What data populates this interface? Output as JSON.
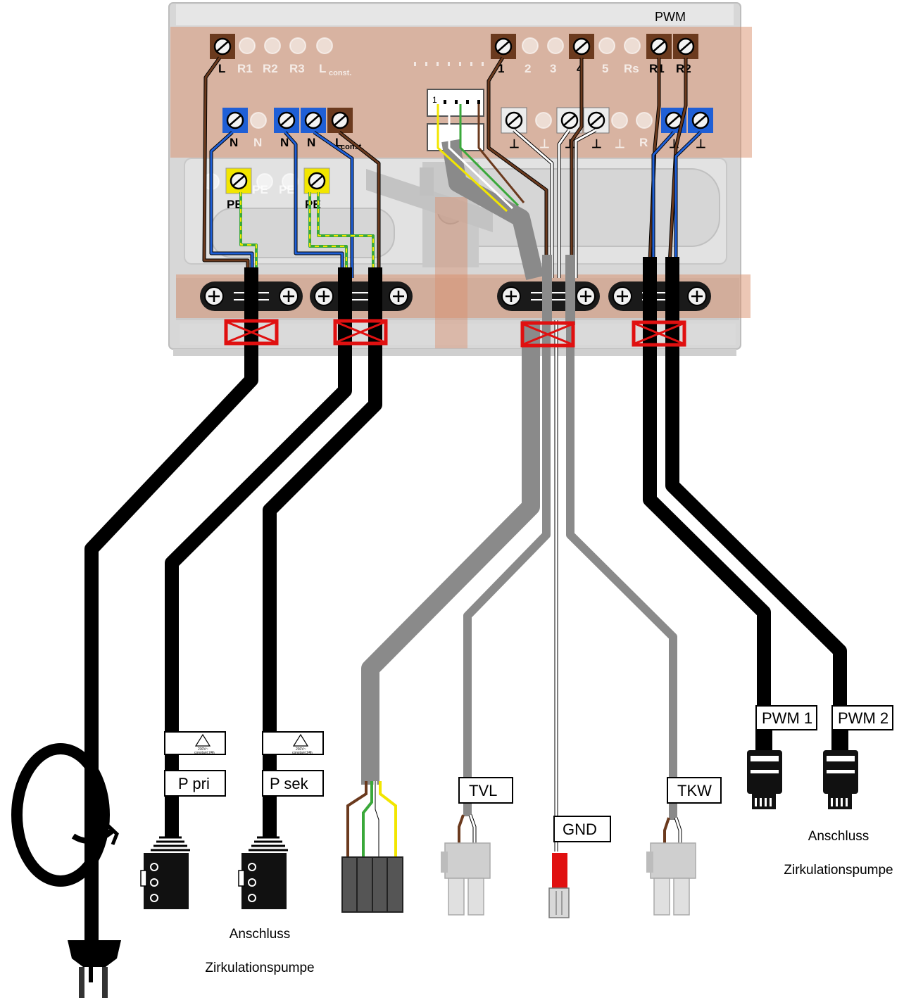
{
  "header": {
    "pwm_label": "PWM"
  },
  "terminals_top_row": {
    "left": [
      "L",
      "R1",
      "R2",
      "R3",
      "L",
      "const."
    ],
    "right": [
      "1",
      "2",
      "3",
      "4",
      "5",
      "Rs",
      "R1",
      "R2"
    ]
  },
  "terminals_middle_row": {
    "left": [
      "N",
      "N",
      "N",
      "N",
      "L",
      "const."
    ],
    "right_ground_symbol": "⊥",
    "right_extra": "R"
  },
  "terminals_pe": [
    "PE",
    "PE",
    "PE",
    "PE"
  ],
  "connector_pin_label": "1",
  "cable_tags": {
    "p_pri": "P pri",
    "p_sek": "P sek",
    "tvl": "TVL",
    "gnd": "GND",
    "tkw": "TKW",
    "pwm1": "PWM 1",
    "pwm2": "PWM 2"
  },
  "warning_tag": {
    "voltage": "230V~",
    "note": "constant 24h"
  },
  "notes": {
    "left_line1": "Anschluss",
    "left_line2": "Zirkulationspumpe",
    "right_line1": "Anschluss",
    "right_line2": "Zirkulationspumpe"
  },
  "colors": {
    "brown": "#6b3a1e",
    "blue": "#1f5fd6",
    "yellow": "#f2e600",
    "green": "#3aa83a",
    "cable_black": "#000000",
    "cable_grey": "#8a8a8a",
    "highlight": "#e8b8a6",
    "cross_red": "#e01010",
    "gnd_red": "#e01010"
  }
}
